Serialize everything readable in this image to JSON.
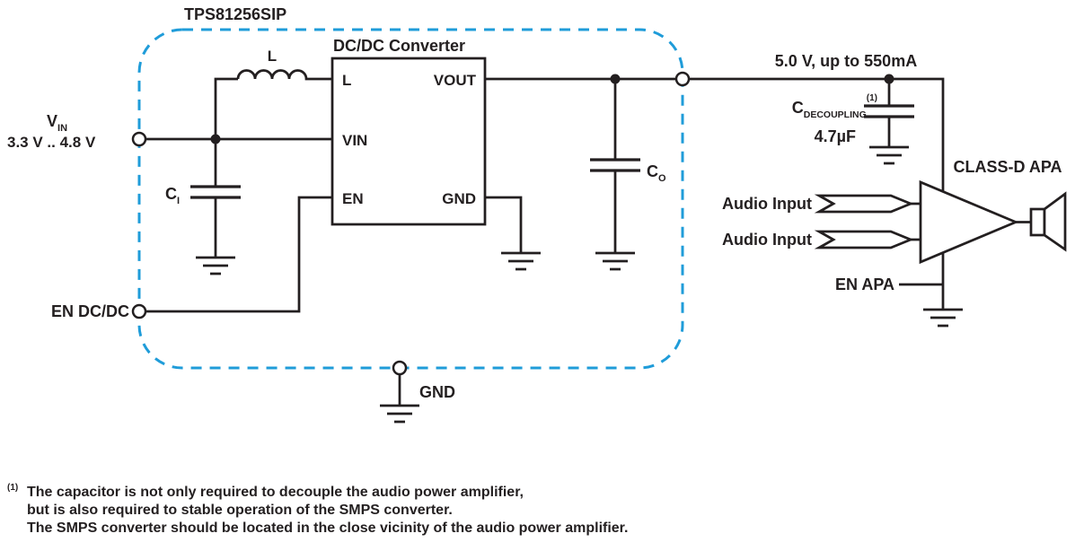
{
  "colors": {
    "wire": "#231f20",
    "boundary": "#1f9cd9"
  },
  "schematic": {
    "part_title": "TPS81256SIP",
    "converter": {
      "label": "DC/DC Converter",
      "pin_l": "L",
      "pin_vin": "VIN",
      "pin_en": "EN",
      "pin_vout": "VOUT",
      "pin_gnd": "GND"
    },
    "inductor": {
      "label": "L"
    },
    "vin": {
      "symbol": "V",
      "symbol_sub": "IN",
      "range": "3.3 V .. 4.8 V"
    },
    "input_cap": {
      "symbol": "C",
      "symbol_sub": "I"
    },
    "en_dcdc": {
      "label": "EN DC/DC"
    },
    "output": {
      "label": "5.0 V, up to 550mA"
    },
    "output_cap": {
      "symbol": "C",
      "symbol_sub": "O"
    },
    "decoupling_cap": {
      "symbol": "C",
      "symbol_sub": "DECOUPLING",
      "note_ref": "(1)",
      "value": "4.7µF"
    },
    "gnd_terminal": {
      "label": "GND"
    },
    "amplifier": {
      "title": "CLASS-D APA",
      "audio_input_top": "Audio Input",
      "audio_input_bottom": "Audio Input",
      "enable": "EN APA"
    },
    "footnote": {
      "marker": "(1)",
      "lines": [
        "The capacitor is not only required to decouple the audio power amplifier,",
        "but is also required to stable operation of the SMPS converter.",
        "The SMPS converter should be located in the close vicinity of the audio power amplifier."
      ]
    }
  }
}
